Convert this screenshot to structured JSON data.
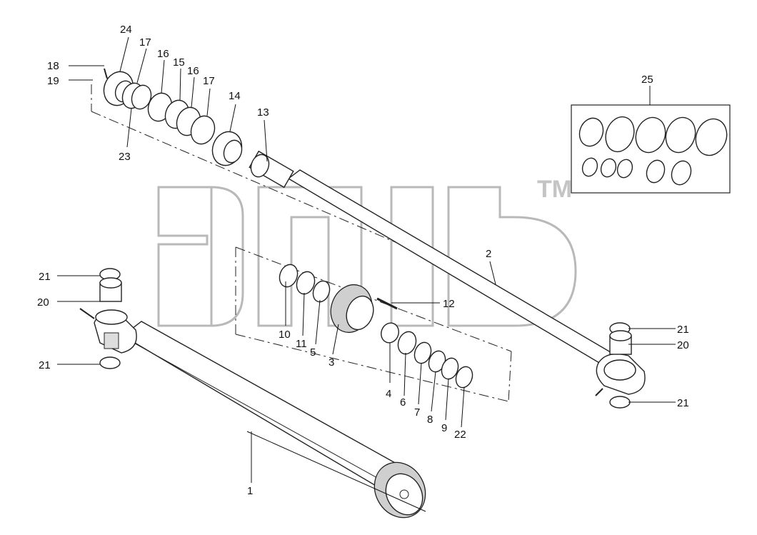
{
  "watermark": {
    "trademark": "TM"
  },
  "callouts": {
    "c1": "1",
    "c2": "2",
    "c3": "3",
    "c4": "4",
    "c5": "5",
    "c6": "6",
    "c7": "7",
    "c8": "8",
    "c9": "9",
    "c10": "10",
    "c11": "11",
    "c12": "12",
    "c13": "13",
    "c14": "14",
    "c15": "15",
    "c16a": "16",
    "c16b": "16",
    "c17a": "17",
    "c17b": "17",
    "c18": "18",
    "c19": "19",
    "c20a": "20",
    "c20b": "20",
    "c21a": "21",
    "c21b": "21",
    "c21c": "21",
    "c21d": "21",
    "c22": "22",
    "c23": "23",
    "c24": "24",
    "c25": "25"
  }
}
